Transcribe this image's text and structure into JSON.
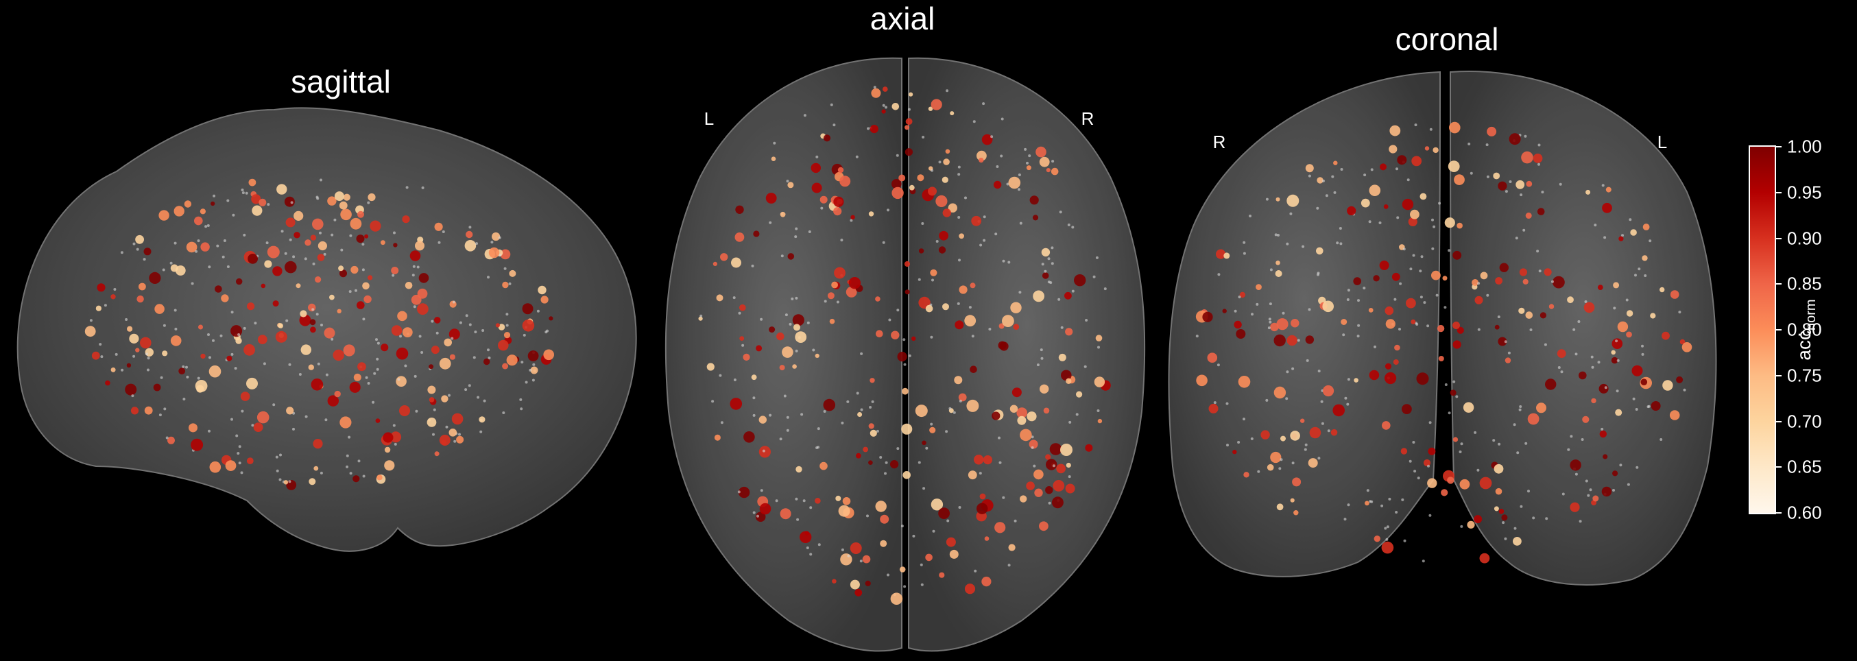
{
  "views": [
    {
      "id": "sagittal",
      "title": "sagittal",
      "orientation_labels": []
    },
    {
      "id": "axial",
      "title": "axial",
      "orientation_labels": [
        "L",
        "R"
      ]
    },
    {
      "id": "coronal",
      "title": "coronal",
      "orientation_labels": [
        "R",
        "L"
      ]
    }
  ],
  "colorbar": {
    "label_main": "acc",
    "label_sub": "norm",
    "min": 0.6,
    "max": 1.0,
    "ticks": [
      "1.00",
      "0.95",
      "0.90",
      "0.85",
      "0.80",
      "0.75",
      "0.70",
      "0.65",
      "0.60"
    ],
    "colors": [
      "#fff7ec",
      "#fee8c8",
      "#fdd49e",
      "#fdbb84",
      "#fc8d59",
      "#ef6548",
      "#d7301f",
      "#b30000",
      "#7f0000"
    ]
  },
  "colors": {
    "background": "#000000",
    "brain_fill": "#5a5a5a",
    "small_contact": "#d9d9d9"
  }
}
